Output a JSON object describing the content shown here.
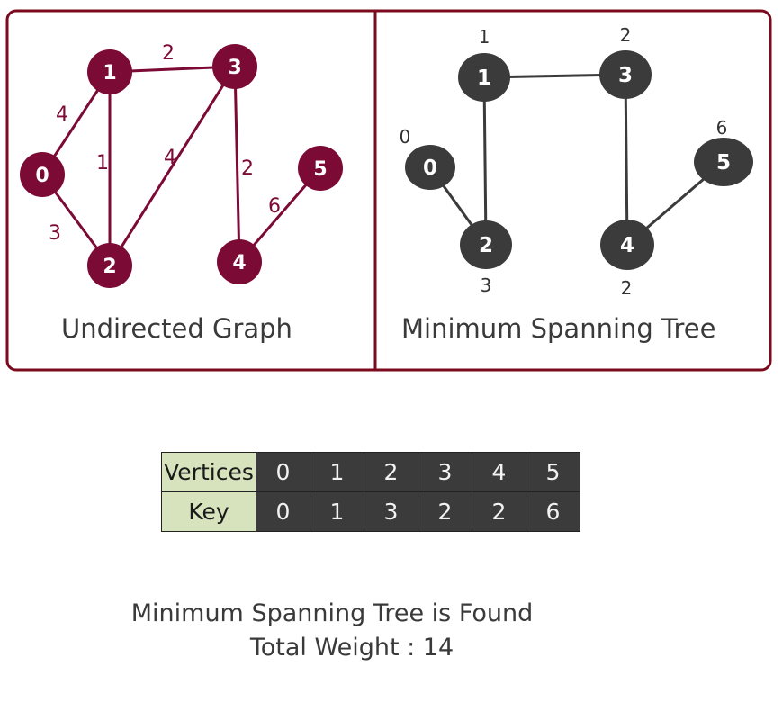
{
  "left_panel": {
    "caption": "Undirected Graph",
    "nodes": [
      "0",
      "1",
      "2",
      "3",
      "4",
      "5"
    ],
    "edges": [
      {
        "from": "0",
        "to": "1",
        "weight": "4"
      },
      {
        "from": "1",
        "to": "3",
        "weight": "2"
      },
      {
        "from": "1",
        "to": "2",
        "weight": "1"
      },
      {
        "from": "2",
        "to": "3",
        "weight": "4"
      },
      {
        "from": "3",
        "to": "4",
        "weight": "2"
      },
      {
        "from": "0",
        "to": "2",
        "weight": "3"
      },
      {
        "from": "4",
        "to": "5",
        "weight": "6"
      }
    ],
    "color": "#7b0a35"
  },
  "right_panel": {
    "caption": "Minimum Spanning Tree",
    "nodes": [
      {
        "id": "0",
        "key": "0"
      },
      {
        "id": "1",
        "key": "1"
      },
      {
        "id": "2",
        "key": "3"
      },
      {
        "id": "3",
        "key": "2"
      },
      {
        "id": "4",
        "key": "2"
      },
      {
        "id": "5",
        "key": "6"
      }
    ],
    "edges": [
      {
        "from": "1",
        "to": "3"
      },
      {
        "from": "1",
        "to": "2"
      },
      {
        "from": "0",
        "to": "2"
      },
      {
        "from": "3",
        "to": "4"
      },
      {
        "from": "4",
        "to": "5"
      }
    ],
    "color": "#3b3b3b"
  },
  "frame_color": "#7b0a1e",
  "table": {
    "row1_header": "Vertices",
    "row2_header": "Key",
    "vertices": [
      "0",
      "1",
      "2",
      "3",
      "4",
      "5"
    ],
    "keys": [
      "0",
      "1",
      "3",
      "2",
      "2",
      "6"
    ]
  },
  "result": {
    "line1": "Minimum Spanning Tree is Found",
    "line2": "Total Weight : 14"
  }
}
